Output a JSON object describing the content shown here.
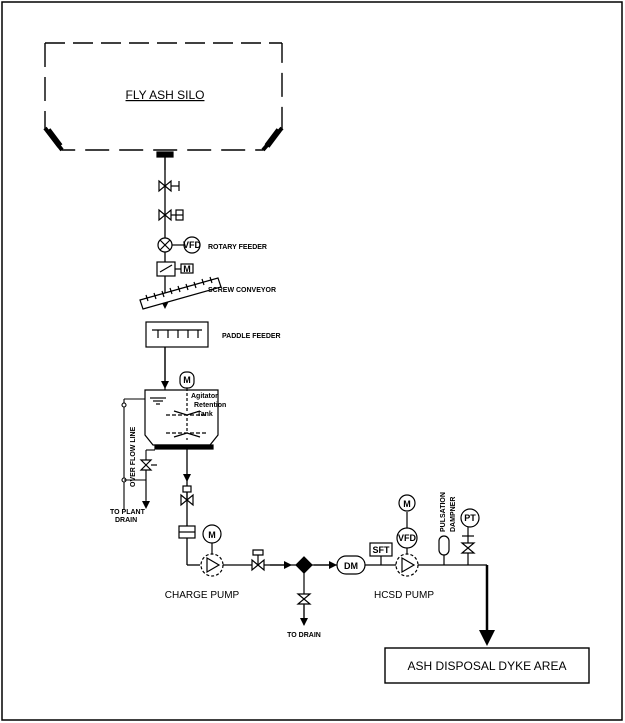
{
  "labels": {
    "silo": "FLY ASH SILO",
    "rotary_feeder": "ROTARY FEEDER",
    "screw_conveyor": "SCREW CONVEYOR",
    "paddle_feeder": "PADDLE FEEDER",
    "agitator_line1": "Agitator",
    "agitator_line2": "Retention",
    "agitator_line3": "Tank",
    "overflow_line": "OVER FLOW LINE",
    "to_plant_line1": "TO PLANT",
    "to_plant_line2": "DRAIN",
    "charge_pump": "CHARGE PUMP",
    "to_drain": "TO DRAIN",
    "hcsd_pump": "HCSD PUMP",
    "pulsation_line1": "PULSATION",
    "pulsation_line2": "DAMPNER",
    "ash_disposal": "ASH DISPOSAL DYKE AREA"
  },
  "symbols": {
    "vfd_rotary": "VFD",
    "motor_screw": "M",
    "motor_agitator": "M",
    "motor_charge": "M",
    "motor_hcsd": "M",
    "vfd_hcsd": "VFD",
    "dm": "DM",
    "sft": "SFT",
    "pt": "PT"
  }
}
